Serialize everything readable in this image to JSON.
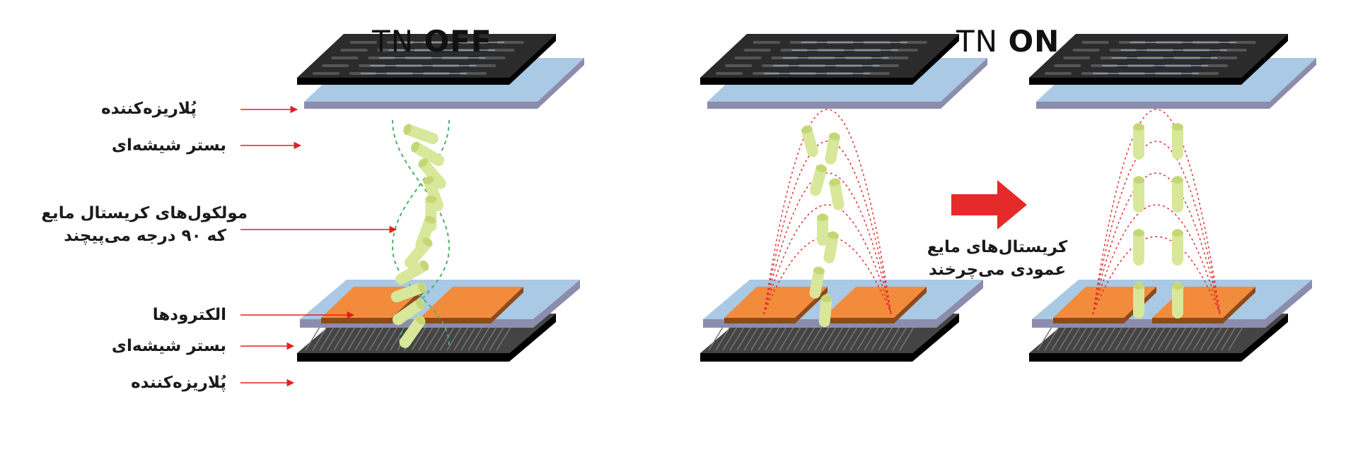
{
  "titles": {
    "off_prefix": "TN",
    "off_state": "OFF",
    "on_prefix": "TN",
    "on_state": "ON"
  },
  "labels": {
    "top_polarizer": "پُلاریزه‌کننده",
    "top_glass": "بستر شیشه‌ای",
    "molecules_line1": "مولکول‌های کریستال مایع",
    "molecules_line2": "که ۹۰ درجه می‌پیچند",
    "electrodes": "الکترودها",
    "bottom_glass": "بستر شیشه‌ای",
    "bottom_polarizer": "پُلاریزه‌کننده"
  },
  "note": {
    "line1": "کریستال‌های مایع",
    "line2": "عمودی می‌چرخند"
  },
  "colors": {
    "polarizer": "#2b2b2b",
    "polarizer_edge": "#000000",
    "glass_top": "#a9c9e4",
    "glass_side": "#8c8cad",
    "electrode_top": "#f28c3c",
    "electrode_side": "#8e4a1a",
    "crystal": "#d8e79a",
    "field_lines": "#e03030",
    "twist_guide": "#4caf6a",
    "arrow": "#e52a2a",
    "label_arrow": "#e02020"
  }
}
